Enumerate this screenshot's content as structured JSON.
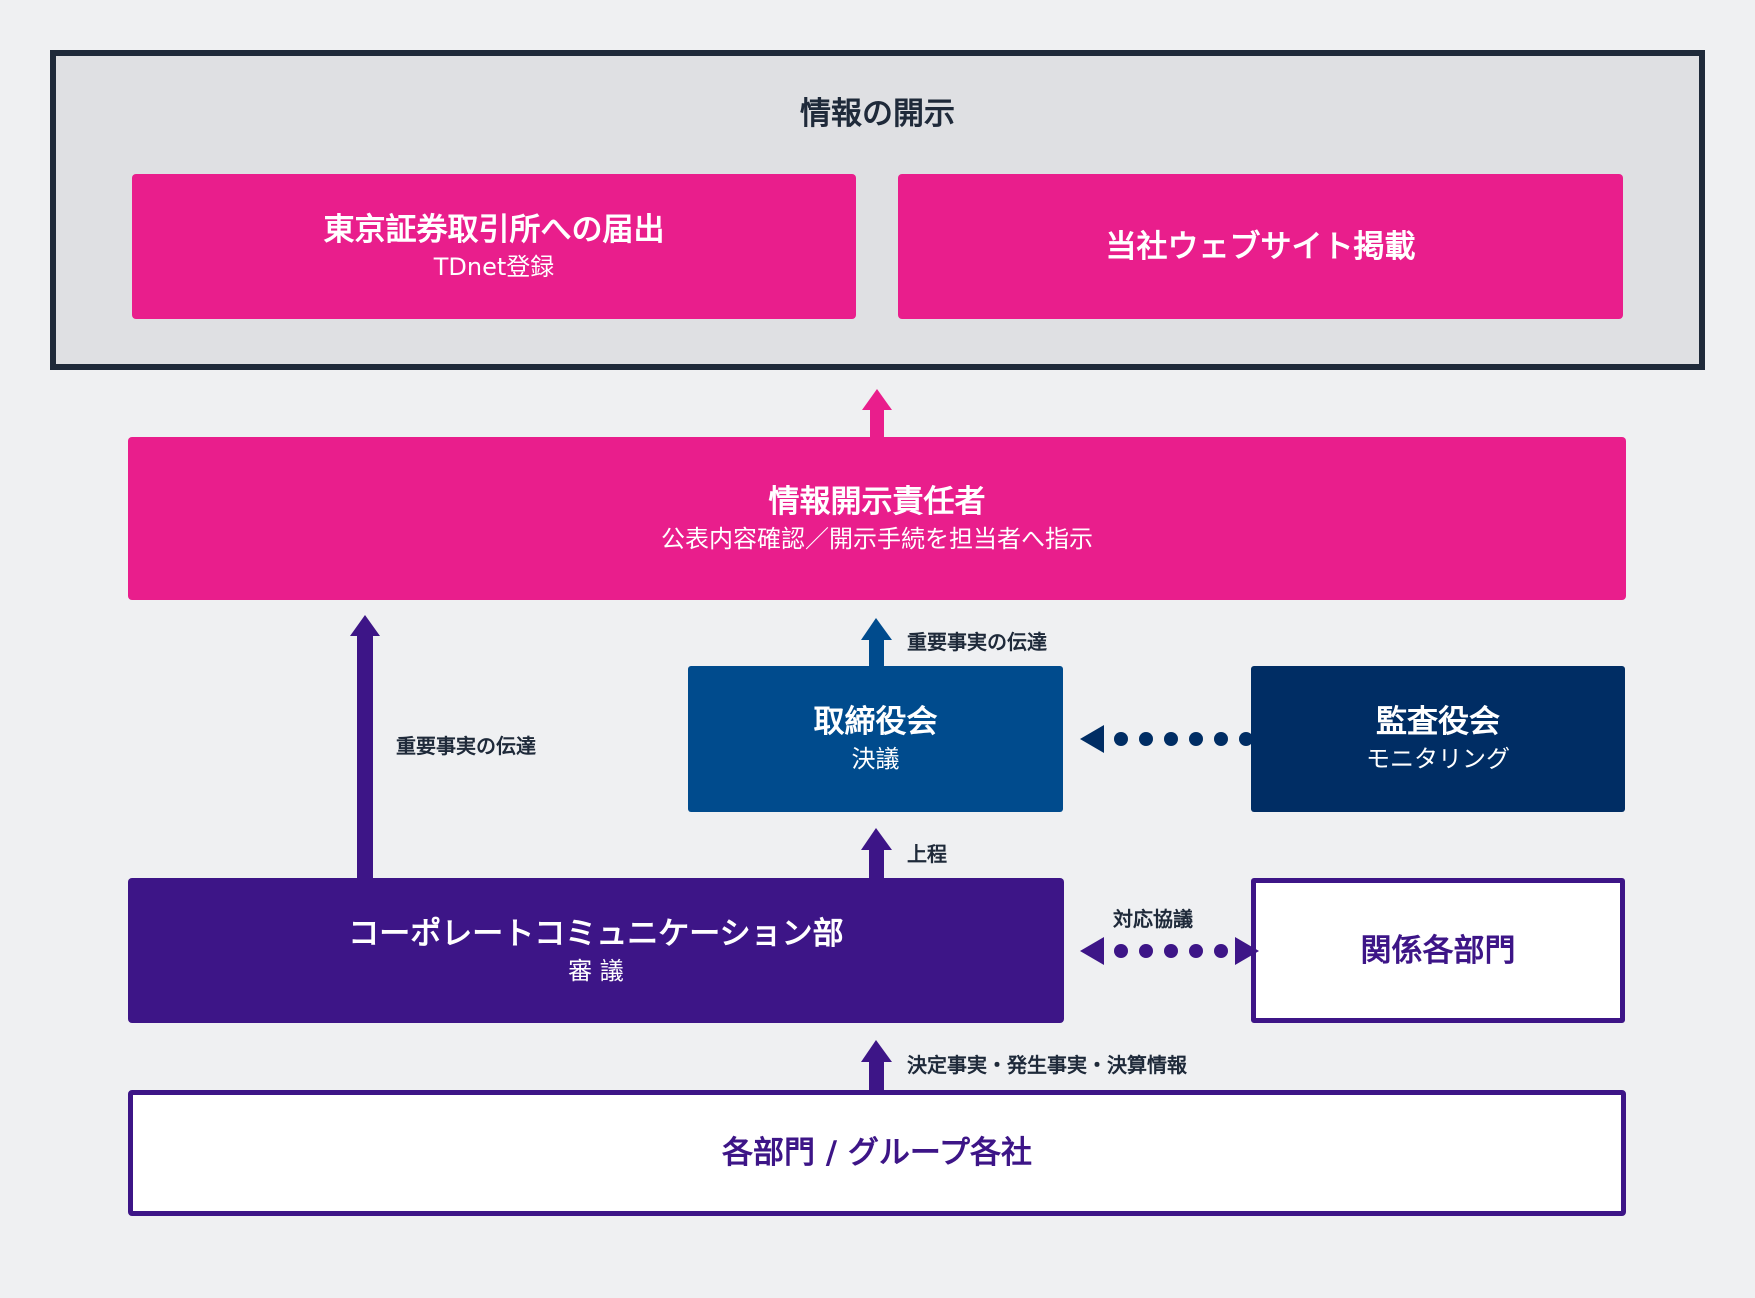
{
  "disclosure": {
    "title": "情報の開示",
    "tse": {
      "title": "東京証券取引所への届出",
      "sub": "TDnet登録"
    },
    "website": {
      "title": "当社ウェブサイト掲載"
    }
  },
  "officer": {
    "title": "情報開示責任者",
    "sub": "公表内容確認／開示手続を担当者へ指示"
  },
  "board": {
    "title": "取締役会",
    "sub": "決議"
  },
  "audit": {
    "title": "監査役会",
    "sub": "モニタリング"
  },
  "corporate": {
    "title": "コーポレートコミュニケーション部",
    "sub": "審 議"
  },
  "related": {
    "title": "関係各部門"
  },
  "departments": {
    "title": "各部門 / グループ各社"
  },
  "labels": {
    "left_transmit": "重要事実の伝達",
    "board_transmit": "重要事実の伝達",
    "submit": "上程",
    "consult": "対応協議",
    "facts": "決定事実・発生事実・決算情報"
  },
  "colors": {
    "background": "#eff0f2",
    "frame": "#1f2a3a",
    "magenta": "#e91e8c",
    "board_blue": "#004b8d",
    "audit_navy": "#002d64",
    "purple": "#3d1587"
  }
}
